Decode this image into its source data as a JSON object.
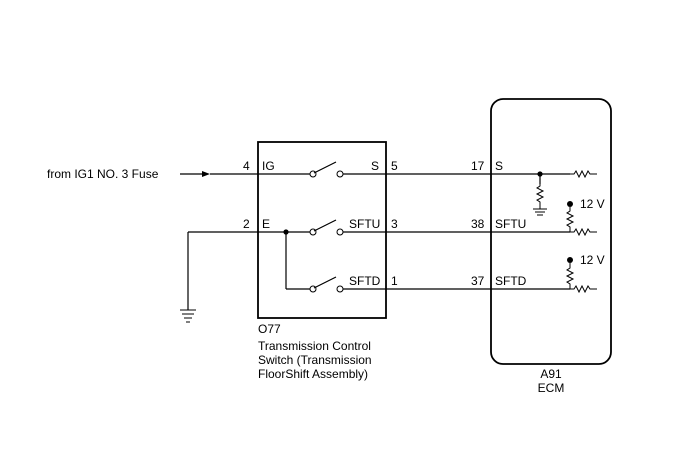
{
  "source": {
    "label": "from IG1 NO. 3 Fuse"
  },
  "switch_component": {
    "code": "O77",
    "name_lines": [
      "Transmission Control",
      "Switch (Transmission",
      "FloorShift Assembly)"
    ],
    "pins": [
      {
        "number": "4",
        "name": "IG"
      },
      {
        "number": "5",
        "name": "S"
      },
      {
        "number": "2",
        "name": "E"
      },
      {
        "number": "3",
        "name": "SFTU"
      },
      {
        "number": "1",
        "name": "SFTD"
      }
    ]
  },
  "ecm_component": {
    "code": "A91",
    "name": "ECM",
    "pins": [
      {
        "number": "17",
        "name": "S"
      },
      {
        "number": "38",
        "name": "SFTU"
      },
      {
        "number": "37",
        "name": "SFTD"
      }
    ],
    "supply_labels": [
      "12 V",
      "12 V"
    ]
  }
}
